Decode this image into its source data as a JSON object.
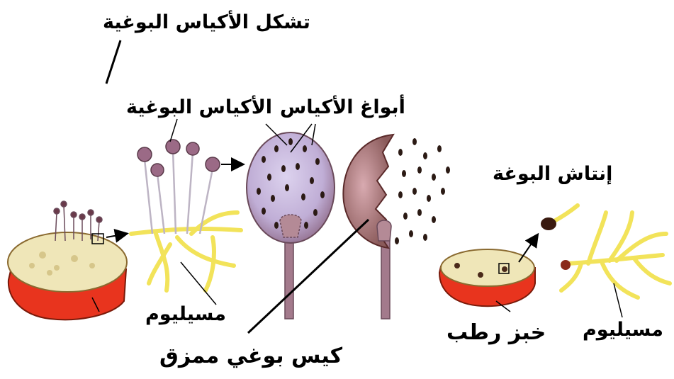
{
  "labels": {
    "sporangia_formation": "تشكل الأكياس البوغية",
    "sporangia": "الأكياس البوغية",
    "sporangia_spores": "أبواغ  الأكياس",
    "spore_germination": "إنتاش البوغة",
    "mycelium_left": "مسيليوم",
    "ruptured_sporangium": "كيس بوغي ممزق",
    "moist_bread": "خبز رطب",
    "mycelium_right": "مسيليوم"
  },
  "colors": {
    "bread_crust": "#e8341e",
    "bread_crumb": "#efe6b8",
    "mycelium": "#f2e35a",
    "sporangium": "#9b6a86",
    "sporangium_light": "#c9b6dc",
    "stalk": "#a37a8c",
    "spore": "#2b1a14"
  }
}
